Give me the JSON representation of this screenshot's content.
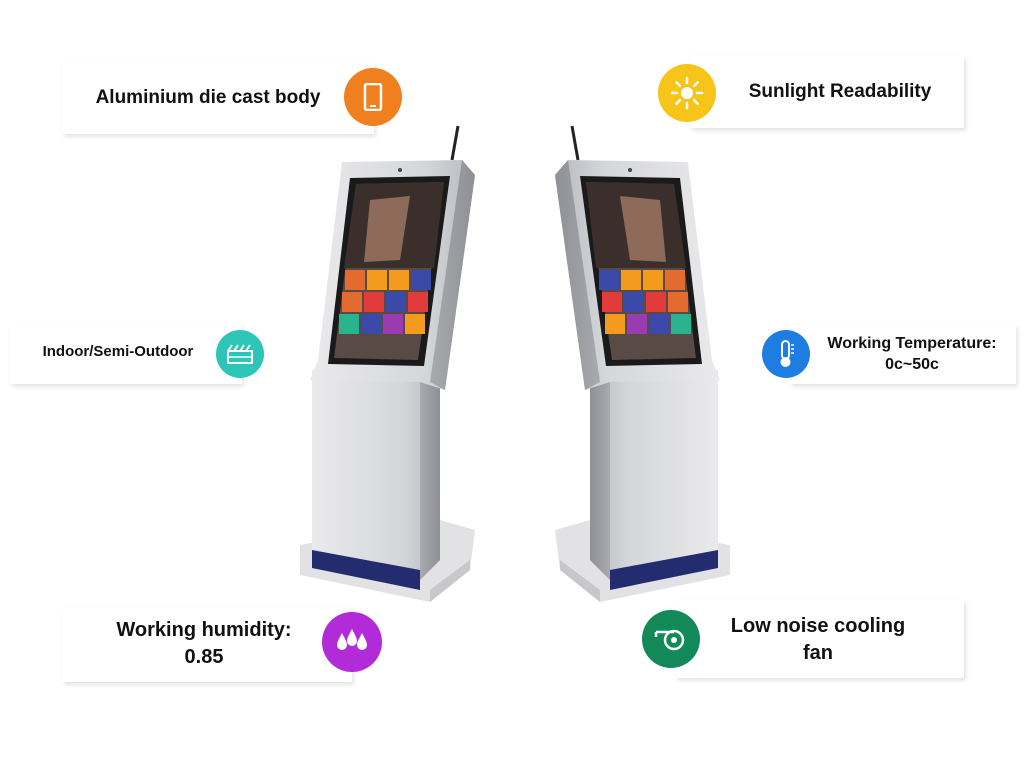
{
  "features": {
    "body": {
      "text": "Aluminium die cast body",
      "icon": "phone-icon",
      "color": "#f07f1e"
    },
    "sunlight": {
      "text": "Sunlight Readability",
      "icon": "sun-icon",
      "color": "#f7c51a"
    },
    "indoor": {
      "text": "Indoor/Semi-Outdoor",
      "icon": "house-icon",
      "color": "#2cc5b8"
    },
    "temperature": {
      "line1": "Working Temperature:",
      "line2": "0c~50c",
      "icon": "thermometer-icon",
      "color": "#1e7de0"
    },
    "humidity": {
      "line1": "Working humidity:",
      "line2": "0.85",
      "icon": "water-drops-icon",
      "color": "#b22bd8"
    },
    "cooling": {
      "line1": "Low noise cooling",
      "line2": "fan",
      "icon": "fan-whistle-icon",
      "color": "#13895a"
    }
  }
}
